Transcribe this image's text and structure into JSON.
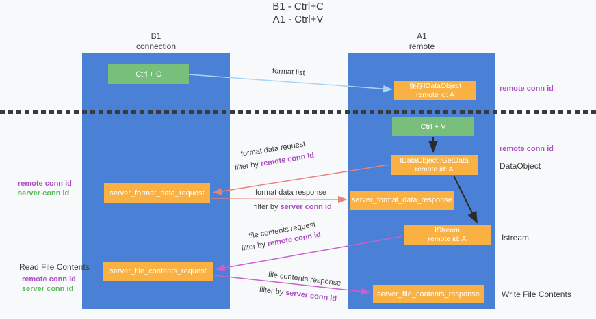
{
  "title": {
    "line1": "B1 - Ctrl+C",
    "line2": "A1 - Ctrl+V"
  },
  "columns": {
    "left": {
      "name": "B1",
      "role": "connection"
    },
    "right": {
      "name": "A1",
      "role": "remote"
    }
  },
  "nodes": {
    "ctrl_c": {
      "label": "Ctrl + C"
    },
    "save_dataobject": {
      "line1": "保存IDataObject",
      "line2": "remote id: A"
    },
    "ctrl_v": {
      "label": "Ctrl + V"
    },
    "getdata": {
      "line1": "IDataObject::GetData",
      "line2": "remote id: A"
    },
    "format_request": {
      "label": "server_format_data_request"
    },
    "format_response": {
      "label": "server_format_data_response"
    },
    "istream": {
      "line1": "IStream",
      "line2": "remote id: A"
    },
    "file_request": {
      "label": "server_file_contents_request"
    },
    "file_response": {
      "label": "server_file_contents_response"
    }
  },
  "edges": {
    "format_list": {
      "label": "format list"
    },
    "format_data_request": {
      "label": "format data request",
      "filter_prefix": "filter by ",
      "filter_key": "remote conn id"
    },
    "format_data_response": {
      "label": "format data response",
      "filter_prefix": "filter by ",
      "filter_key": "server conn id"
    },
    "file_contents_request": {
      "label": "file contents request",
      "filter_prefix": "filter by ",
      "filter_key": "remote conn id"
    },
    "file_contents_response": {
      "label": "file contents response",
      "filter_prefix": "filter by ",
      "filter_key": "server conn id"
    }
  },
  "annotations": {
    "right_remote_conn_top": "remote conn id",
    "right_remote_conn_mid": "remote conn id",
    "right_dataobject": "DataObject",
    "right_istream": "Istream",
    "right_write_file": "Write File Contents",
    "left_remote_conn": "remote conn id",
    "left_server_conn": "server conn id",
    "left_read_file": "Read File Contents",
    "left_read_remote_conn": "remote conn id",
    "left_read_server_conn": "server conn id"
  },
  "colors": {
    "column_blue": "#4a80d6",
    "node_green": "#77bf7a",
    "node_orange": "#f9b143",
    "arrow_salmon": "#e8827a",
    "arrow_magenta": "#ca5fd2",
    "arrow_lightblue": "#a9d3f5",
    "arrow_black": "#2b2b2b",
    "text_purple": "#ad4fc2",
    "text_green": "#5cb85c"
  }
}
